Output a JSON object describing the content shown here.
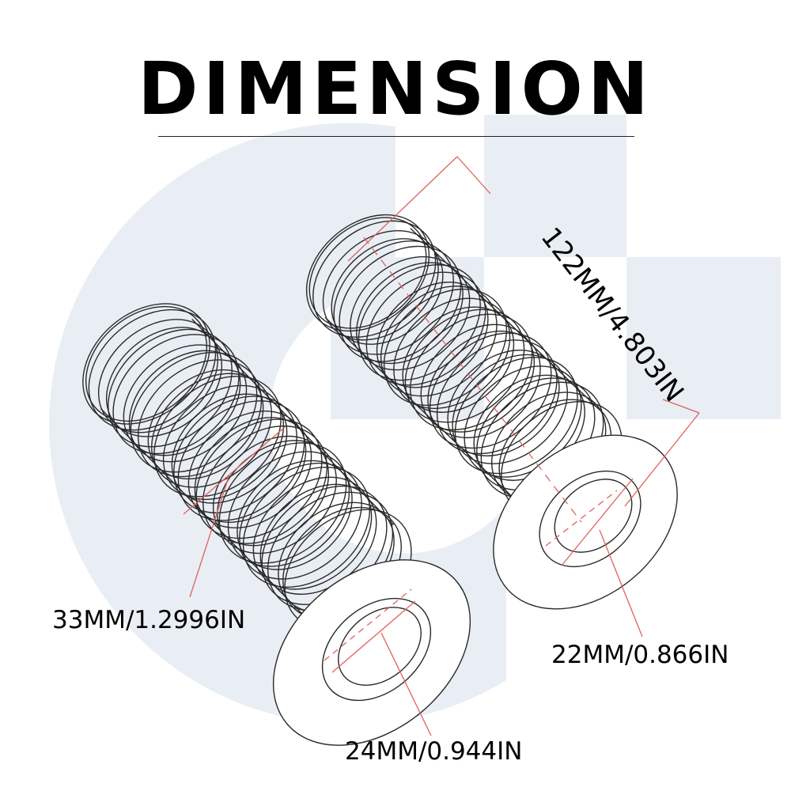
{
  "title": "DIMENSION",
  "colors": {
    "text": "#111111",
    "dimension_line": "#e0615b",
    "outline": "#2a2a2a",
    "watermark": "#e9eef5"
  },
  "dimensions": {
    "length": "122MM/4.803IN",
    "outer_diameter": "33MM/1.2996IN",
    "bore_left": "24MM/0.944IN",
    "bore_right": "22MM/0.866IN"
  }
}
